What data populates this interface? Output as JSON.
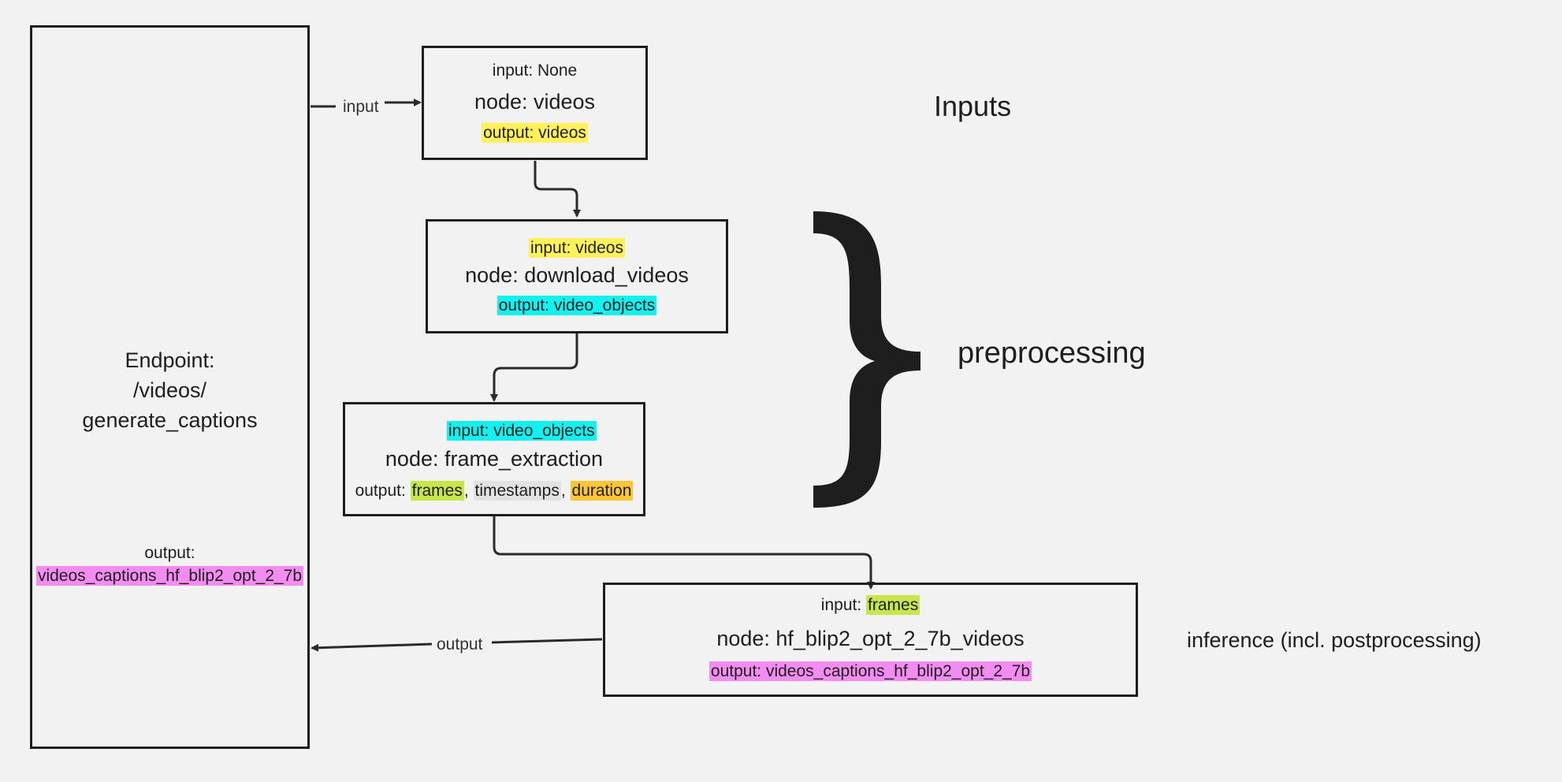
{
  "endpoint": {
    "title_line1": "Endpoint:",
    "title_line2": "/videos/",
    "title_line3": "generate_captions",
    "output_label": "output:",
    "output_value": "videos_captions_hf_blip2_opt_2_7b"
  },
  "arrows": {
    "input_label": "input",
    "output_label": "output"
  },
  "nodes": {
    "videos": {
      "input": "input: None",
      "name": "node: videos",
      "output": "output: videos"
    },
    "download_videos": {
      "input": "input: videos",
      "name": "node: download_videos",
      "output": "output: video_objects"
    },
    "frame_extraction": {
      "input": "input: video_objects",
      "name": "node: frame_extraction",
      "output_prefix": "output: ",
      "output_frames": "frames",
      "sep1": ", ",
      "output_timestamps": "timestamps",
      "sep2": ", ",
      "output_duration": "duration"
    },
    "hf_blip2": {
      "input_prefix": "input: ",
      "input_frames": "frames",
      "name": "node: hf_blip2_opt_2_7b_videos",
      "output": "output: videos_captions_hf_blip2_opt_2_7b"
    }
  },
  "sections": {
    "inputs": "Inputs",
    "preprocessing": "preprocessing",
    "inference": "inference (incl. postprocessing)"
  },
  "colors": {
    "videos": "#fff159",
    "video_objects": "#12f0f0",
    "frames": "#c8e64a",
    "timestamps": "#e2e2e2",
    "duration": "#fbc536",
    "captions": "#f38cf0"
  }
}
